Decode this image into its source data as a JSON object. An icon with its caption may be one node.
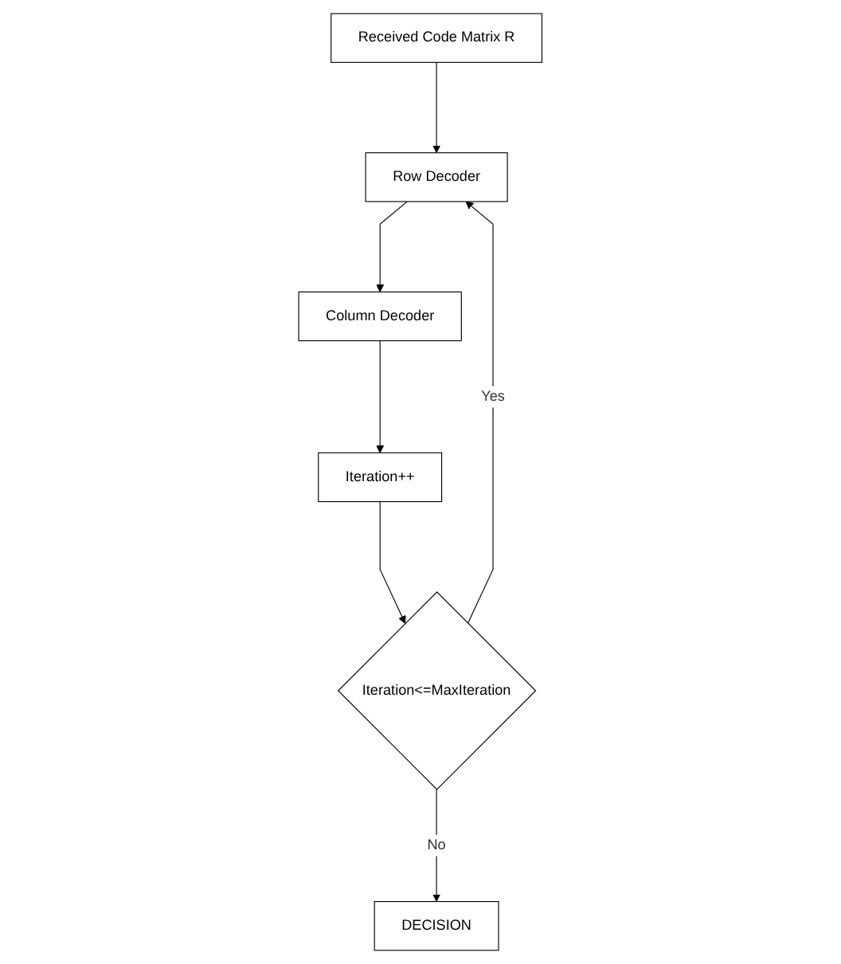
{
  "diagram": {
    "nodes": [
      {
        "text": [
          "Received Code Matrix R"
        ]
      },
      {
        "text": [
          "Row Decoder"
        ]
      },
      {
        "text": [
          "Column Decoder"
        ]
      },
      {
        "text": [
          "Iteration++"
        ]
      },
      {
        "text": [
          "Iteration<=MaxIteration"
        ]
      },
      {
        "text": [
          "DECISION"
        ]
      }
    ],
    "edges": [
      {
        "from": 0,
        "to": 1,
        "arrow": "to"
      },
      {
        "from": 1,
        "to": 2,
        "arrow": "to"
      },
      {
        "from": 2,
        "to": 3,
        "arrow": "to"
      },
      {
        "from": 3,
        "to": 4,
        "arrow": "to"
      },
      {
        "from": 4,
        "to": 1,
        "arrow": "to",
        "label": "Yes"
      },
      {
        "from": 4,
        "to": 5,
        "arrow": "to",
        "label": "No"
      }
    ]
  }
}
